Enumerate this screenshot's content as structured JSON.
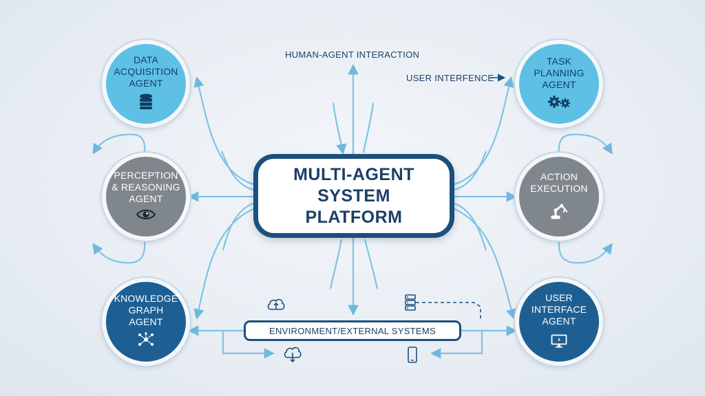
{
  "center": {
    "lines": [
      "MULTI-AGENT",
      "SYSTEM",
      "PLATFORM"
    ]
  },
  "labels": {
    "top": "HUMAN-AGENT INTERACTION",
    "user_interference": "USER INTERFENCE",
    "environment": "ENVIRONMENT/EXTERNAL SYSTEMS"
  },
  "agents": [
    {
      "id": "data-acquisition",
      "lines": [
        "DATA",
        "ACQUISITION",
        "AGENT"
      ],
      "icon": "database-icon",
      "color": "#5fc0e6"
    },
    {
      "id": "task-planning",
      "lines": [
        "TASK",
        "PLANNING",
        "AGENT"
      ],
      "icon": "gears-icon",
      "color": "#5fc0e6"
    },
    {
      "id": "perception-reasoning",
      "lines": [
        "PERCEPTION",
        "& REASONING",
        "AGENT"
      ],
      "icon": "eye-icon",
      "color": "#7f868c"
    },
    {
      "id": "action-execution",
      "lines": [
        "ACTION",
        "EXECUTION"
      ],
      "icon": "robot-arm-icon",
      "color": "#7f868c"
    },
    {
      "id": "knowledge-graph",
      "lines": [
        "KNOWLEDGE",
        "GRAPH",
        "AGENT"
      ],
      "icon": "network-graph-icon",
      "color": "#1d5f93"
    },
    {
      "id": "user-interface",
      "lines": [
        "USER",
        "INTERFACE",
        "AGENT"
      ],
      "icon": "monitor-icon",
      "color": "#1d5f93"
    }
  ],
  "bottom_icons": [
    "cloud-upload-icon",
    "server-icon",
    "cloud-download-icon",
    "smartphone-icon"
  ],
  "colors": {
    "wire": "#7fc3e4",
    "dark_blue": "#1b4f7e",
    "light_agent": "#5fc0e6",
    "gray_agent": "#7f868c",
    "dark_agent": "#1d5f93"
  }
}
